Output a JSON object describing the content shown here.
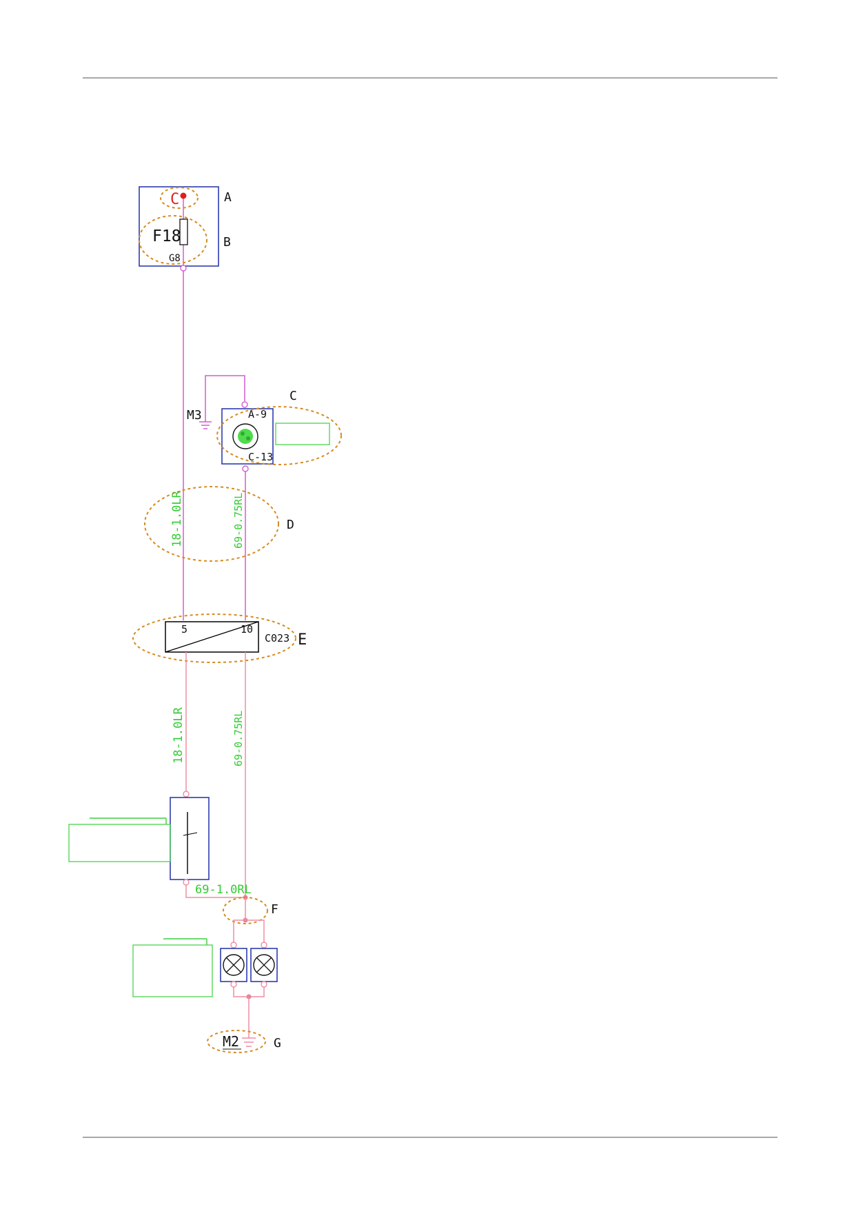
{
  "callouts": {
    "a": "A",
    "b": "B",
    "c": "C",
    "d": "D",
    "e": "E",
    "f": "F",
    "g": "G"
  },
  "fuse_box": {
    "terminal": "C",
    "fuse": "F18",
    "pin": "G8"
  },
  "lamp_module": {
    "pin_top": "A-9",
    "pin_bottom": "C-13"
  },
  "ground_top": "M3",
  "ground_bottom": "M2",
  "connector": {
    "name": "C023",
    "pin_left": "5",
    "pin_right": "10"
  },
  "wires": {
    "upper_left": "18-1.0LR",
    "upper_right": "69-0.75RL",
    "lower_left": "18-1.0LR",
    "lower_right": "69-0.75RL",
    "switch_out": "69-1.0RL"
  },
  "colors": {
    "wire_supply": "#d45cd0",
    "wire_lower": "#ee8ea2",
    "label_green": "#33cc33",
    "callout_orange": "#d68a1e",
    "component_blue": "#1f2fa8"
  }
}
